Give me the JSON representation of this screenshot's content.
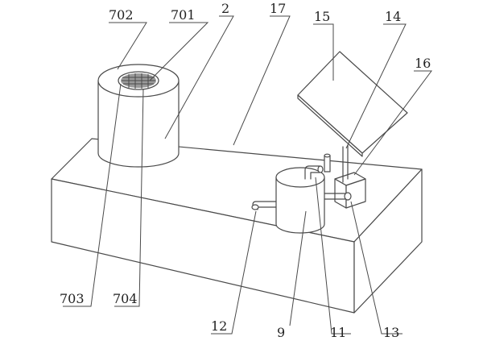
{
  "labels": {
    "l702": "702",
    "l701": "701",
    "l2": "2",
    "l17": "17",
    "l15": "15",
    "l14": "14",
    "l16": "16",
    "l703": "703",
    "l704": "704",
    "l12": "12",
    "l9": "9",
    "l11": "11",
    "l13": "13"
  },
  "colors": {
    "line": "#4a4a4a",
    "background": "#ffffff"
  }
}
